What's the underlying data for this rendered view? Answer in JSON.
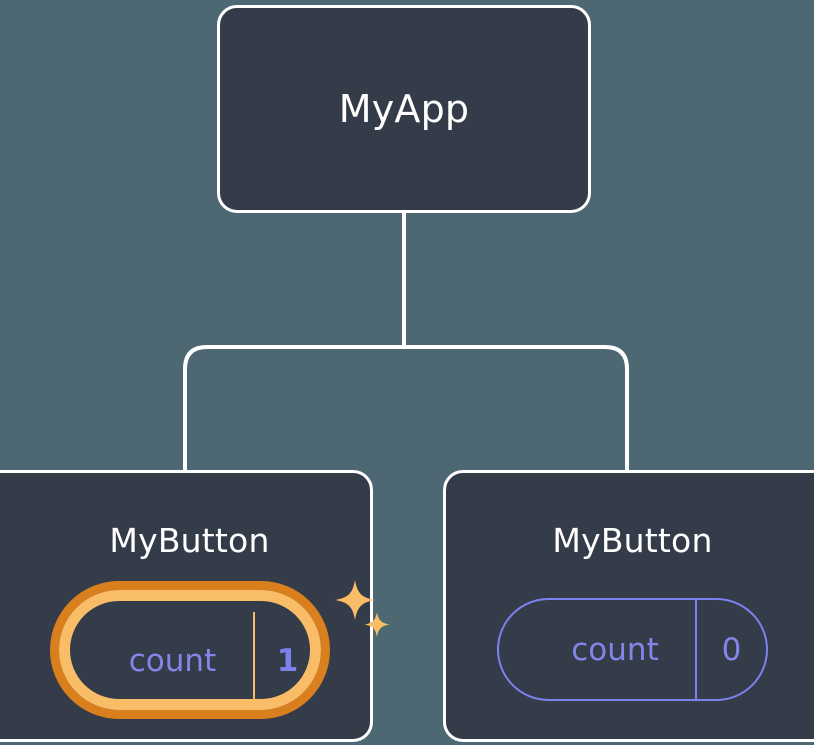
{
  "diagram": {
    "type": "component-tree",
    "background_color": "#4d6872",
    "node_fill": "#343b49",
    "node_border": "#ffffff",
    "edge_color": "#ffffff",
    "accent_outer": "#d97f1e",
    "accent_inner": "#f9bc67",
    "state_text_color": "#8186e8",
    "state_value_color": "#7b82ee",
    "root": {
      "title": "MyApp"
    },
    "children": [
      {
        "title": "MyButton",
        "highlighted": true,
        "state": {
          "key": "count",
          "value": "1"
        },
        "sparkle_icons": [
          "sparkle-large-icon",
          "sparkle-small-icon"
        ]
      },
      {
        "title": "MyButton",
        "highlighted": false,
        "state": {
          "key": "count",
          "value": "0"
        }
      }
    ]
  }
}
